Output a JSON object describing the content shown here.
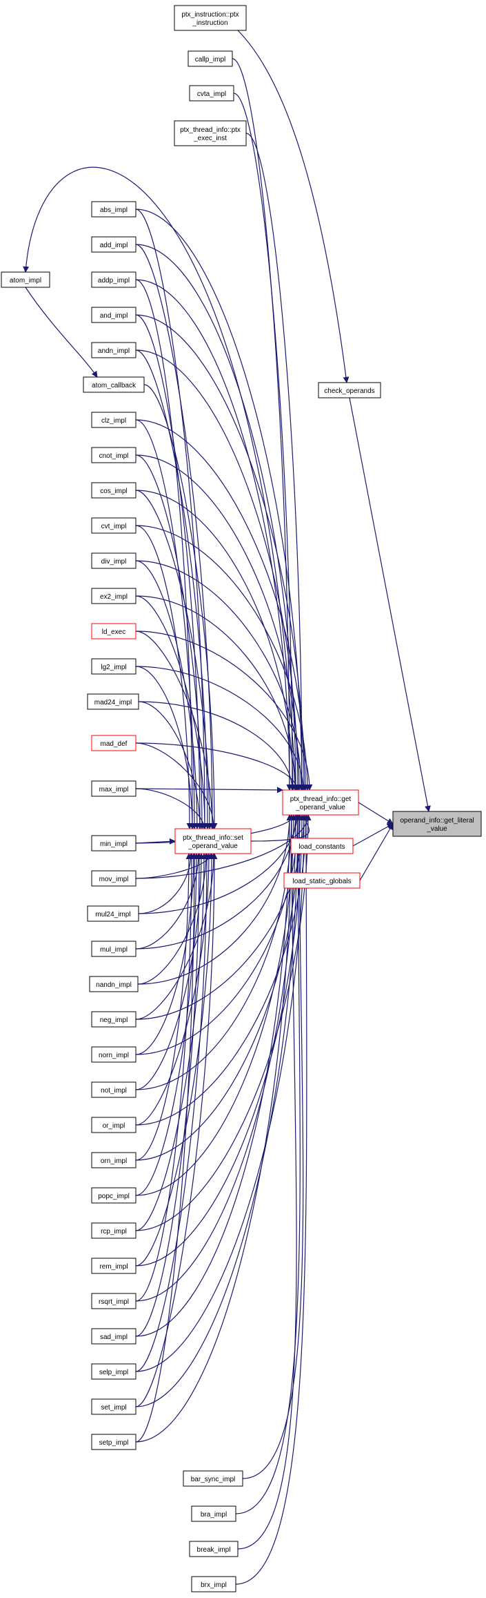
{
  "colors": {
    "edge": "#191970",
    "node_border": "#000000",
    "highlight_border": "#ff0000",
    "target_fill": "#bfbfbf",
    "node_fill": "#ffffff"
  },
  "nodes": [
    {
      "id": "ptx_instruction_ptx_instruction",
      "lines": [
        "ptx_instruction::ptx",
        "_instruction"
      ],
      "style": "normal"
    },
    {
      "id": "callp_impl",
      "lines": [
        "callp_impl"
      ],
      "style": "normal"
    },
    {
      "id": "cvta_impl",
      "lines": [
        "cvta_impl"
      ],
      "style": "normal"
    },
    {
      "id": "ptx_thread_info_ptx_exec_inst",
      "lines": [
        "ptx_thread_info::ptx",
        "_exec_inst"
      ],
      "style": "normal"
    },
    {
      "id": "abs_impl",
      "lines": [
        "abs_impl"
      ],
      "style": "normal"
    },
    {
      "id": "add_impl",
      "lines": [
        "add_impl"
      ],
      "style": "normal"
    },
    {
      "id": "addp_impl",
      "lines": [
        "addp_impl"
      ],
      "style": "normal"
    },
    {
      "id": "atom_impl",
      "lines": [
        "atom_impl"
      ],
      "style": "normal"
    },
    {
      "id": "and_impl",
      "lines": [
        "and_impl"
      ],
      "style": "normal"
    },
    {
      "id": "andn_impl",
      "lines": [
        "andn_impl"
      ],
      "style": "normal"
    },
    {
      "id": "atom_callback",
      "lines": [
        "atom_callback"
      ],
      "style": "normal"
    },
    {
      "id": "check_operands",
      "lines": [
        "check_operands"
      ],
      "style": "normal"
    },
    {
      "id": "clz_impl",
      "lines": [
        "clz_impl"
      ],
      "style": "normal"
    },
    {
      "id": "cnot_impl",
      "lines": [
        "cnot_impl"
      ],
      "style": "normal"
    },
    {
      "id": "cos_impl",
      "lines": [
        "cos_impl"
      ],
      "style": "normal"
    },
    {
      "id": "cvt_impl",
      "lines": [
        "cvt_impl"
      ],
      "style": "normal"
    },
    {
      "id": "div_impl",
      "lines": [
        "div_impl"
      ],
      "style": "normal"
    },
    {
      "id": "ex2_impl",
      "lines": [
        "ex2_impl"
      ],
      "style": "normal"
    },
    {
      "id": "ld_exec",
      "lines": [
        "ld_exec"
      ],
      "style": "highlight"
    },
    {
      "id": "lg2_impl",
      "lines": [
        "lg2_impl"
      ],
      "style": "normal"
    },
    {
      "id": "mad24_impl",
      "lines": [
        "mad24_impl"
      ],
      "style": "normal"
    },
    {
      "id": "mad_def",
      "lines": [
        "mad_def"
      ],
      "style": "highlight"
    },
    {
      "id": "max_impl",
      "lines": [
        "max_impl"
      ],
      "style": "normal"
    },
    {
      "id": "get_operand_value",
      "lines": [
        "ptx_thread_info::get",
        "_operand_value"
      ],
      "style": "highlight"
    },
    {
      "id": "get_literal_value",
      "lines": [
        "operand_info::get_literal",
        "_value"
      ],
      "style": "target"
    },
    {
      "id": "min_impl",
      "lines": [
        "min_impl"
      ],
      "style": "normal"
    },
    {
      "id": "set_operand_value",
      "lines": [
        "ptx_thread_info::set",
        "_operand_value"
      ],
      "style": "highlight"
    },
    {
      "id": "load_constants",
      "lines": [
        "load_constants"
      ],
      "style": "highlight"
    },
    {
      "id": "load_static_globals",
      "lines": [
        "load_static_globals"
      ],
      "style": "highlight"
    },
    {
      "id": "mov_impl",
      "lines": [
        "mov_impl"
      ],
      "style": "normal"
    },
    {
      "id": "mul24_impl",
      "lines": [
        "mul24_impl"
      ],
      "style": "normal"
    },
    {
      "id": "mul_impl",
      "lines": [
        "mul_impl"
      ],
      "style": "normal"
    },
    {
      "id": "nandn_impl",
      "lines": [
        "nandn_impl"
      ],
      "style": "normal"
    },
    {
      "id": "neg_impl",
      "lines": [
        "neg_impl"
      ],
      "style": "normal"
    },
    {
      "id": "norn_impl",
      "lines": [
        "norn_impl"
      ],
      "style": "normal"
    },
    {
      "id": "not_impl",
      "lines": [
        "not_impl"
      ],
      "style": "normal"
    },
    {
      "id": "or_impl",
      "lines": [
        "or_impl"
      ],
      "style": "normal"
    },
    {
      "id": "orn_impl",
      "lines": [
        "orn_impl"
      ],
      "style": "normal"
    },
    {
      "id": "popc_impl",
      "lines": [
        "popc_impl"
      ],
      "style": "normal"
    },
    {
      "id": "rcp_impl",
      "lines": [
        "rcp_impl"
      ],
      "style": "normal"
    },
    {
      "id": "rem_impl",
      "lines": [
        "rem_impl"
      ],
      "style": "normal"
    },
    {
      "id": "rsqrt_impl",
      "lines": [
        "rsqrt_impl"
      ],
      "style": "normal"
    },
    {
      "id": "sad_impl",
      "lines": [
        "sad_impl"
      ],
      "style": "normal"
    },
    {
      "id": "selp_impl",
      "lines": [
        "selp_impl"
      ],
      "style": "normal"
    },
    {
      "id": "set_impl",
      "lines": [
        "set_impl"
      ],
      "style": "normal"
    },
    {
      "id": "setp_impl",
      "lines": [
        "setp_impl"
      ],
      "style": "normal"
    },
    {
      "id": "bar_sync_impl",
      "lines": [
        "bar_sync_impl"
      ],
      "style": "normal"
    },
    {
      "id": "bra_impl",
      "lines": [
        "bra_impl"
      ],
      "style": "normal"
    },
    {
      "id": "break_impl",
      "lines": [
        "break_impl"
      ],
      "style": "normal"
    },
    {
      "id": "brx_impl",
      "lines": [
        "brx_impl"
      ],
      "style": "normal"
    }
  ],
  "edges": [
    [
      "get_operand_value",
      "get_literal_value"
    ],
    [
      "check_operands",
      "get_literal_value"
    ],
    [
      "load_constants",
      "get_literal_value"
    ],
    [
      "load_static_globals",
      "get_literal_value"
    ],
    [
      "ptx_instruction_ptx_instruction",
      "check_operands"
    ],
    [
      "atom_impl",
      "atom_callback"
    ],
    [
      "set_operand_value",
      "get_operand_value"
    ],
    [
      "callp_impl",
      "get_operand_value"
    ],
    [
      "cvta_impl",
      "get_operand_value"
    ],
    [
      "ptx_thread_info_ptx_exec_inst",
      "get_operand_value"
    ],
    [
      "abs_impl",
      "get_operand_value"
    ],
    [
      "add_impl",
      "get_operand_value"
    ],
    [
      "addp_impl",
      "get_operand_value"
    ],
    [
      "and_impl",
      "get_operand_value"
    ],
    [
      "andn_impl",
      "get_operand_value"
    ],
    [
      "atom_callback",
      "get_operand_value"
    ],
    [
      "clz_impl",
      "get_operand_value"
    ],
    [
      "cnot_impl",
      "get_operand_value"
    ],
    [
      "cos_impl",
      "get_operand_value"
    ],
    [
      "cvt_impl",
      "get_operand_value"
    ],
    [
      "div_impl",
      "get_operand_value"
    ],
    [
      "ex2_impl",
      "get_operand_value"
    ],
    [
      "ld_exec",
      "get_operand_value"
    ],
    [
      "lg2_impl",
      "get_operand_value"
    ],
    [
      "mad24_impl",
      "get_operand_value"
    ],
    [
      "mad_def",
      "get_operand_value"
    ],
    [
      "max_impl",
      "get_operand_value"
    ],
    [
      "min_impl",
      "get_operand_value"
    ],
    [
      "mov_impl",
      "get_operand_value"
    ],
    [
      "mul24_impl",
      "get_operand_value"
    ],
    [
      "mul_impl",
      "get_operand_value"
    ],
    [
      "nandn_impl",
      "get_operand_value"
    ],
    [
      "neg_impl",
      "get_operand_value"
    ],
    [
      "norn_impl",
      "get_operand_value"
    ],
    [
      "not_impl",
      "get_operand_value"
    ],
    [
      "or_impl",
      "get_operand_value"
    ],
    [
      "orn_impl",
      "get_operand_value"
    ],
    [
      "popc_impl",
      "get_operand_value"
    ],
    [
      "rcp_impl",
      "get_operand_value"
    ],
    [
      "rem_impl",
      "get_operand_value"
    ],
    [
      "rsqrt_impl",
      "get_operand_value"
    ],
    [
      "sad_impl",
      "get_operand_value"
    ],
    [
      "selp_impl",
      "get_operand_value"
    ],
    [
      "set_impl",
      "get_operand_value"
    ],
    [
      "setp_impl",
      "get_operand_value"
    ],
    [
      "bar_sync_impl",
      "get_operand_value"
    ],
    [
      "bra_impl",
      "get_operand_value"
    ],
    [
      "break_impl",
      "get_operand_value"
    ],
    [
      "brx_impl",
      "get_operand_value"
    ],
    [
      "abs_impl",
      "set_operand_value"
    ],
    [
      "add_impl",
      "set_operand_value"
    ],
    [
      "addp_impl",
      "set_operand_value"
    ],
    [
      "and_impl",
      "set_operand_value"
    ],
    [
      "andn_impl",
      "set_operand_value"
    ],
    [
      "atom_callback",
      "set_operand_value"
    ],
    [
      "clz_impl",
      "set_operand_value"
    ],
    [
      "cnot_impl",
      "set_operand_value"
    ],
    [
      "cos_impl",
      "set_operand_value"
    ],
    [
      "cvt_impl",
      "set_operand_value"
    ],
    [
      "div_impl",
      "set_operand_value"
    ],
    [
      "ex2_impl",
      "set_operand_value"
    ],
    [
      "ld_exec",
      "set_operand_value"
    ],
    [
      "lg2_impl",
      "set_operand_value"
    ],
    [
      "mad24_impl",
      "set_operand_value"
    ],
    [
      "mad_def",
      "set_operand_value"
    ],
    [
      "max_impl",
      "set_operand_value"
    ],
    [
      "min_impl",
      "set_operand_value"
    ],
    [
      "mov_impl",
      "set_operand_value"
    ],
    [
      "mul24_impl",
      "set_operand_value"
    ],
    [
      "mul_impl",
      "set_operand_value"
    ],
    [
      "nandn_impl",
      "set_operand_value"
    ],
    [
      "neg_impl",
      "set_operand_value"
    ],
    [
      "norn_impl",
      "set_operand_value"
    ],
    [
      "not_impl",
      "set_operand_value"
    ],
    [
      "or_impl",
      "set_operand_value"
    ],
    [
      "orn_impl",
      "set_operand_value"
    ],
    [
      "popc_impl",
      "set_operand_value"
    ],
    [
      "rcp_impl",
      "set_operand_value"
    ],
    [
      "rem_impl",
      "set_operand_value"
    ],
    [
      "rsqrt_impl",
      "set_operand_value"
    ],
    [
      "sad_impl",
      "set_operand_value"
    ],
    [
      "selp_impl",
      "set_operand_value"
    ],
    [
      "set_impl",
      "set_operand_value"
    ],
    [
      "setp_impl",
      "set_operand_value"
    ]
  ]
}
